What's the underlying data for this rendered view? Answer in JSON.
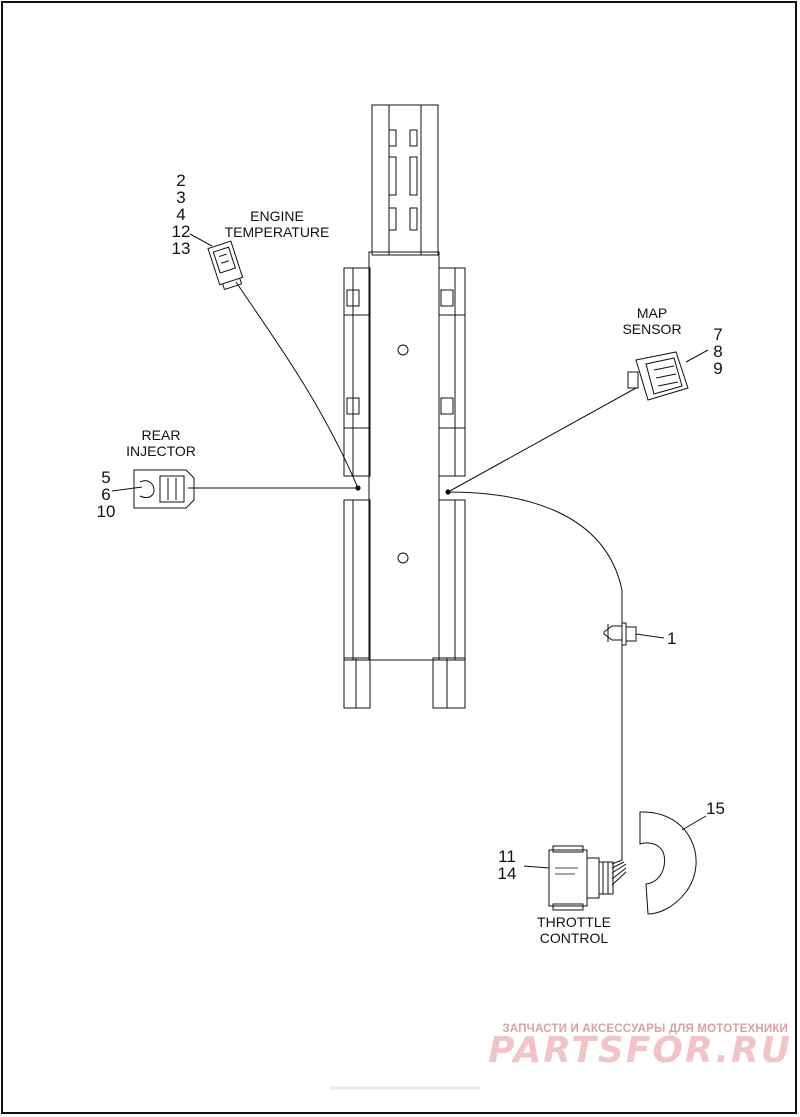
{
  "callouts": {
    "engine_temperature": {
      "label": "ENGINE\nTEMPERATURE",
      "numbers": [
        "2",
        "3",
        "4",
        "12",
        "13"
      ]
    },
    "map_sensor": {
      "label": "MAP\nSENSOR",
      "numbers": [
        "7",
        "8",
        "9"
      ]
    },
    "rear_injector": {
      "label": "REAR\nINJECTOR",
      "numbers": [
        "5",
        "6",
        "10"
      ]
    },
    "clip": {
      "number": "1"
    },
    "throttle_control": {
      "label": "THROTTLE\nCONTROL",
      "numbers": [
        "11",
        "14"
      ]
    },
    "cover": {
      "number": "15"
    }
  },
  "watermark": {
    "tagline": "ЗАПЧАСТИ И АКСЕССУАРЫ ДЛЯ МОТОТЕХНИКИ",
    "logo": "PARTSFOR.RU"
  },
  "colors": {
    "line": "#111111",
    "watermark": "#f1c4c8"
  }
}
